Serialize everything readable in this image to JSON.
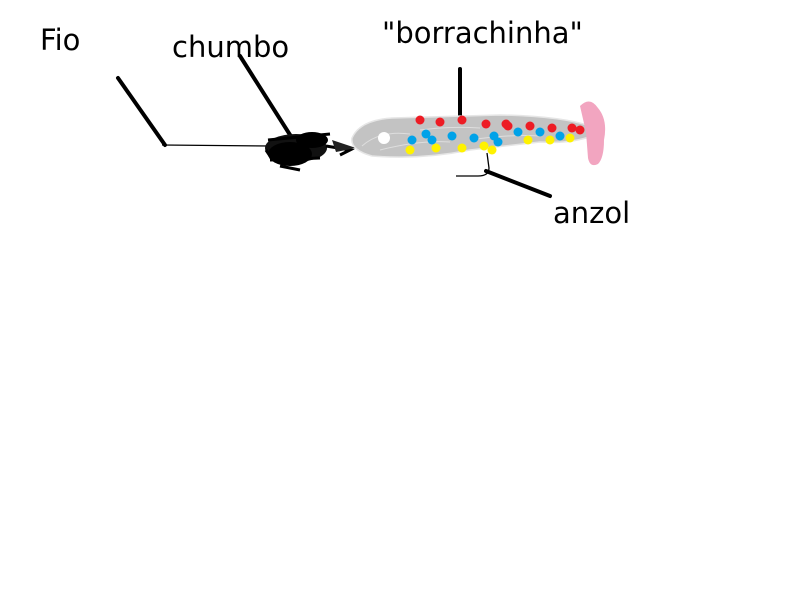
{
  "labels": {
    "fio": "Fio",
    "chumbo": "chumbo",
    "borrachinha": "\"borrachinha\"",
    "anzol": "anzol"
  },
  "colors": {
    "line": "#000000",
    "lure_body": "#c3c3c3",
    "lure_outline": "#eaeaea",
    "tail": "#f2a5c0",
    "dot_red": "#ed1c24",
    "dot_blue": "#00a2e8",
    "dot_yellow": "#fff200"
  }
}
